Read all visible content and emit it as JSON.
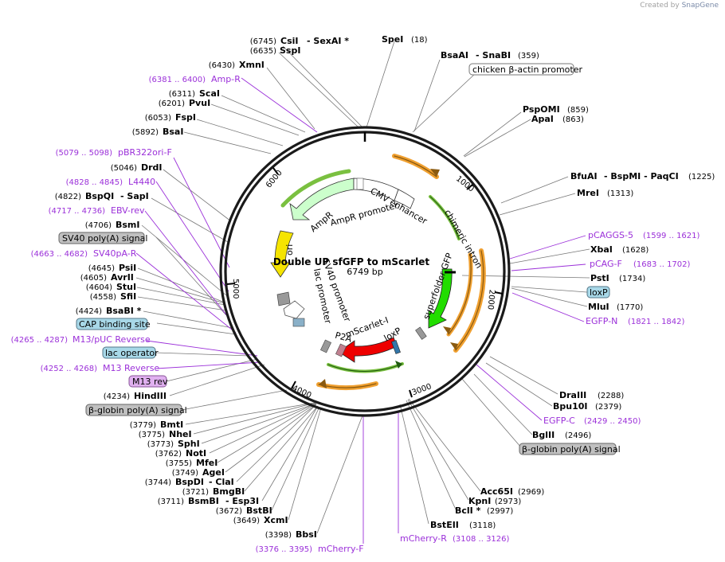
{
  "credit": {
    "prefix": "Created by",
    "brand": "SnapGene"
  },
  "title": "Double UP sfGFP to mScarlet",
  "subtitle": "6749 bp",
  "sites": [
    {
      "id": "csii",
      "name": "CsiI",
      "suffix": "- SexAI *",
      "num": "(6745)"
    },
    {
      "id": "sspi",
      "name": "SspI",
      "num": "(6635)"
    },
    {
      "id": "xmni",
      "name": "XmnI",
      "num": "(6430)"
    },
    {
      "id": "scai",
      "name": "ScaI",
      "num": "(6311)"
    },
    {
      "id": "pvui",
      "name": "PvuI",
      "num": "(6201)"
    },
    {
      "id": "fspi",
      "name": "FspI",
      "num": "(6053)"
    },
    {
      "id": "bsai",
      "name": "BsaI",
      "num": "(5892)"
    },
    {
      "id": "drdi",
      "name": "DrdI",
      "num": "(5046)"
    },
    {
      "id": "bspqi",
      "name": "BspQI",
      "suffix": "- SapI",
      "num": "(4822)"
    },
    {
      "id": "bsmi",
      "name": "BsmI",
      "num": "(4706)"
    },
    {
      "id": "psii",
      "name": "PsiI",
      "num": "(4645)"
    },
    {
      "id": "avrii",
      "name": "AvrII",
      "num": "(4605)"
    },
    {
      "id": "stui",
      "name": "StuI",
      "num": "(4604)"
    },
    {
      "id": "sfii",
      "name": "SfiI",
      "num": "(4558)"
    },
    {
      "id": "bsabi",
      "name": "BsaBI *",
      "num": "(4424)"
    },
    {
      "id": "hindiii",
      "name": "HindIII",
      "num": "(4234)"
    },
    {
      "id": "bmti",
      "name": "BmtI",
      "num": "(3779)"
    },
    {
      "id": "nhei",
      "name": "NheI",
      "num": "(3775)"
    },
    {
      "id": "sphi",
      "name": "SphI",
      "num": "(3773)"
    },
    {
      "id": "noti",
      "name": "NotI",
      "num": "(3762)"
    },
    {
      "id": "mfei",
      "name": "MfeI",
      "num": "(3755)"
    },
    {
      "id": "agei",
      "name": "AgeI",
      "num": "(3749)"
    },
    {
      "id": "bspdi",
      "name": "BspDI",
      "suffix": "- ClaI",
      "num": "(3744)"
    },
    {
      "id": "bmgbi",
      "name": "BmgBI",
      "num": "(3721)"
    },
    {
      "id": "bsmbi",
      "name": "BsmBI",
      "suffix": "- Esp3I",
      "num": "(3711)"
    },
    {
      "id": "bstbi",
      "name": "BstBI",
      "num": "(3672)"
    },
    {
      "id": "xcmi",
      "name": "XcmI",
      "num": "(3649)"
    },
    {
      "id": "bbsi",
      "name": "BbsI",
      "num": "(3398)"
    },
    {
      "id": "spei",
      "name": "SpeI",
      "num": "(18)"
    },
    {
      "id": "bsaai",
      "name": "BsaAI",
      "suffix": "- SnaBI",
      "num": "(359)"
    },
    {
      "id": "psp",
      "name": "PspOMI",
      "num": "(859)"
    },
    {
      "id": "apai",
      "name": "ApaI",
      "num": "(863)"
    },
    {
      "id": "bfuai",
      "name": "BfuAI",
      "suffix": "- BspMI  - PaqCI",
      "num": "(1225)"
    },
    {
      "id": "mrei",
      "name": "MreI",
      "num": "(1313)"
    },
    {
      "id": "xbai",
      "name": "XbaI",
      "num": "(1628)"
    },
    {
      "id": "psti",
      "name": "PstI",
      "num": "(1734)"
    },
    {
      "id": "mlui",
      "name": "MluI",
      "num": "(1770)"
    },
    {
      "id": "draiii",
      "name": "DraIII",
      "num": "(2288)"
    },
    {
      "id": "bpu10i",
      "name": "Bpu10I",
      "num": "(2379)"
    },
    {
      "id": "bglii",
      "name": "BglII",
      "num": "(2496)"
    },
    {
      "id": "acc65i",
      "name": "Acc65I",
      "num": "(2969)"
    },
    {
      "id": "kpni",
      "name": "KpnI",
      "num": "(2973)"
    },
    {
      "id": "bcli",
      "name": "BclI *",
      "num": "(2997)"
    },
    {
      "id": "bsteii",
      "name": "BstEII",
      "num": "(3118)"
    }
  ],
  "primers": [
    {
      "id": "ampr",
      "name": "Amp-R",
      "num": "(6381 .. 6400)"
    },
    {
      "id": "pbr",
      "name": "pBR322ori-F",
      "num": "(5079 .. 5098)"
    },
    {
      "id": "l4440",
      "name": "L4440",
      "num": "(4828 .. 4845)"
    },
    {
      "id": "ebv",
      "name": "EBV-rev",
      "num": "(4717 .. 4736)"
    },
    {
      "id": "sv40pa",
      "name": "SV40pA-R",
      "num": "(4663 .. 4682)"
    },
    {
      "id": "m13puc",
      "name": "M13/pUC Reverse",
      "num": "(4265 .. 4287)"
    },
    {
      "id": "m13rev",
      "name": "M13 Reverse",
      "num": "(4252 .. 4268)"
    },
    {
      "id": "mcherryf",
      "name": "mCherry-F",
      "num": "(3376 .. 3395)"
    },
    {
      "id": "mcherryr",
      "name": "mCherry-R",
      "num": "(3108 .. 3126)"
    },
    {
      "id": "pcaggs",
      "name": "pCAGGS-5",
      "num": "(1599 .. 1621)"
    },
    {
      "id": "pcagf",
      "name": "pCAG-F",
      "num": "(1683 .. 1702)"
    },
    {
      "id": "egfpn",
      "name": "EGFP-N",
      "num": "(1821 .. 1842)"
    },
    {
      "id": "egfpc",
      "name": "EGFP-C",
      "num": "(2429 .. 2450)"
    }
  ],
  "boxes": [
    {
      "id": "chicken",
      "text": "chicken β-actin promoter",
      "fill": "#ffffff"
    },
    {
      "id": "sv40poly",
      "text": "SV40 poly(A) signal",
      "fill": "#c0c0c0"
    },
    {
      "id": "cap",
      "text": "CAP binding site",
      "fill": "#a8d8e8"
    },
    {
      "id": "lacop",
      "text": "lac operator",
      "fill": "#a8d8e8"
    },
    {
      "id": "m13revbox",
      "text": "M13 rev",
      "fill": "#e0b0f0"
    },
    {
      "id": "bglobin1",
      "text": "β-globin poly(A) signal",
      "fill": "#c0c0c0"
    },
    {
      "id": "loxp",
      "text": "loxP",
      "fill": "#a8d8e8"
    },
    {
      "id": "bglobin2",
      "text": "β-globin poly(A) signal",
      "fill": "#c0c0c0"
    }
  ],
  "features": {
    "cmv": "CMV enhancer",
    "chimeric": "chimeric intron",
    "sfgfp": "superfolder GFP",
    "loxp_in": "loxP",
    "mscarlet": "mScarlet-I",
    "p2a": "P2A",
    "ampr": "AmpR",
    "amppro": "AmpR promoter",
    "ori": "ori",
    "sv40pro": "SV40 promoter",
    "lacpro": "lac promoter"
  },
  "ticks": [
    "1000",
    "2000",
    "3000",
    "4000",
    "5000",
    "6000"
  ],
  "colors": {
    "primer": "#9b30d9",
    "gfp": "#22dd00",
    "red": "#ee0000",
    "ori": "#f5e400",
    "ampr": "#ccffcc",
    "orange": "#f0a030"
  }
}
